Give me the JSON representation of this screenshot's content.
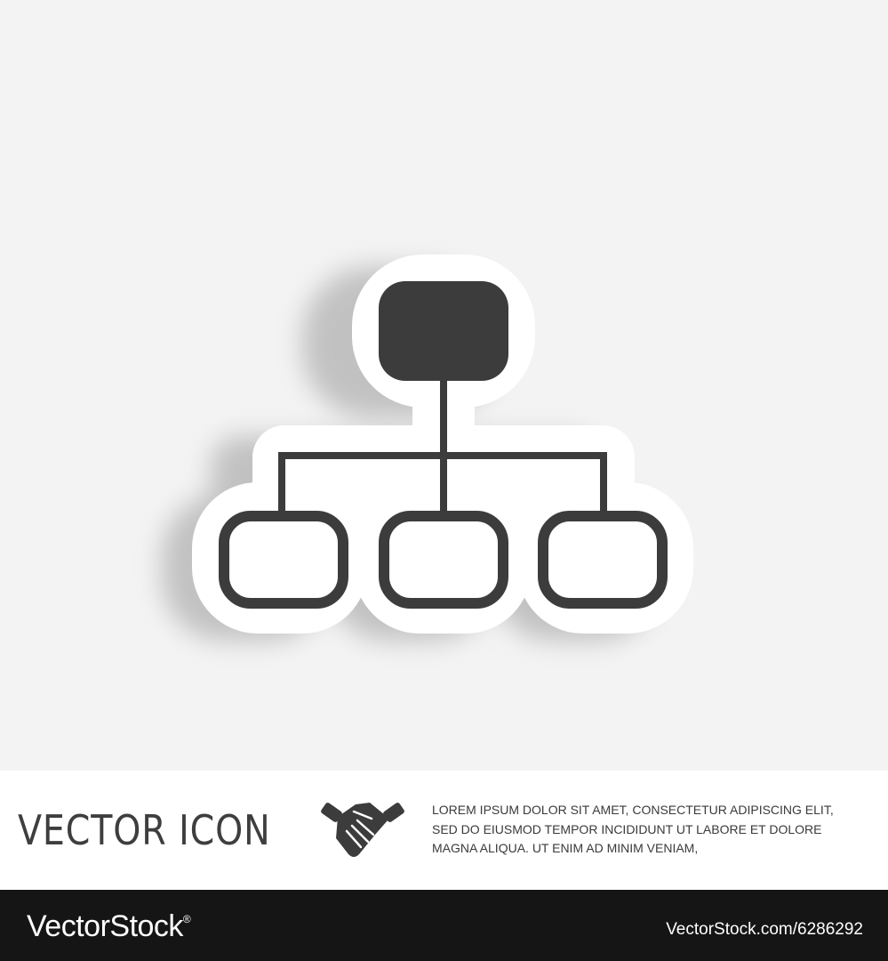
{
  "banner": {
    "title": "VECTOR ICON",
    "icon": "handshake-icon",
    "lorem_lines": [
      "LOREM IPSUM DOLOR SIT AMET, CONSECTETUR ADIPISCING ELIT,",
      "SED DO EIUSMOD TEMPOR INCIDIDUNT UT LABORE ET DOLORE",
      "MAGNA ALIQUA. UT ENIM AD MINIM VENIAM,"
    ]
  },
  "illustration": {
    "icon": "hierarchy-org-chart-icon",
    "icon_color": "#3c3c3c",
    "sticker_color": "#ffffff",
    "background_color": "#f3f3f3"
  },
  "footer": {
    "brand": "VectorStock",
    "trademark": "®",
    "image_id": "VectorStock.com/6286292"
  }
}
